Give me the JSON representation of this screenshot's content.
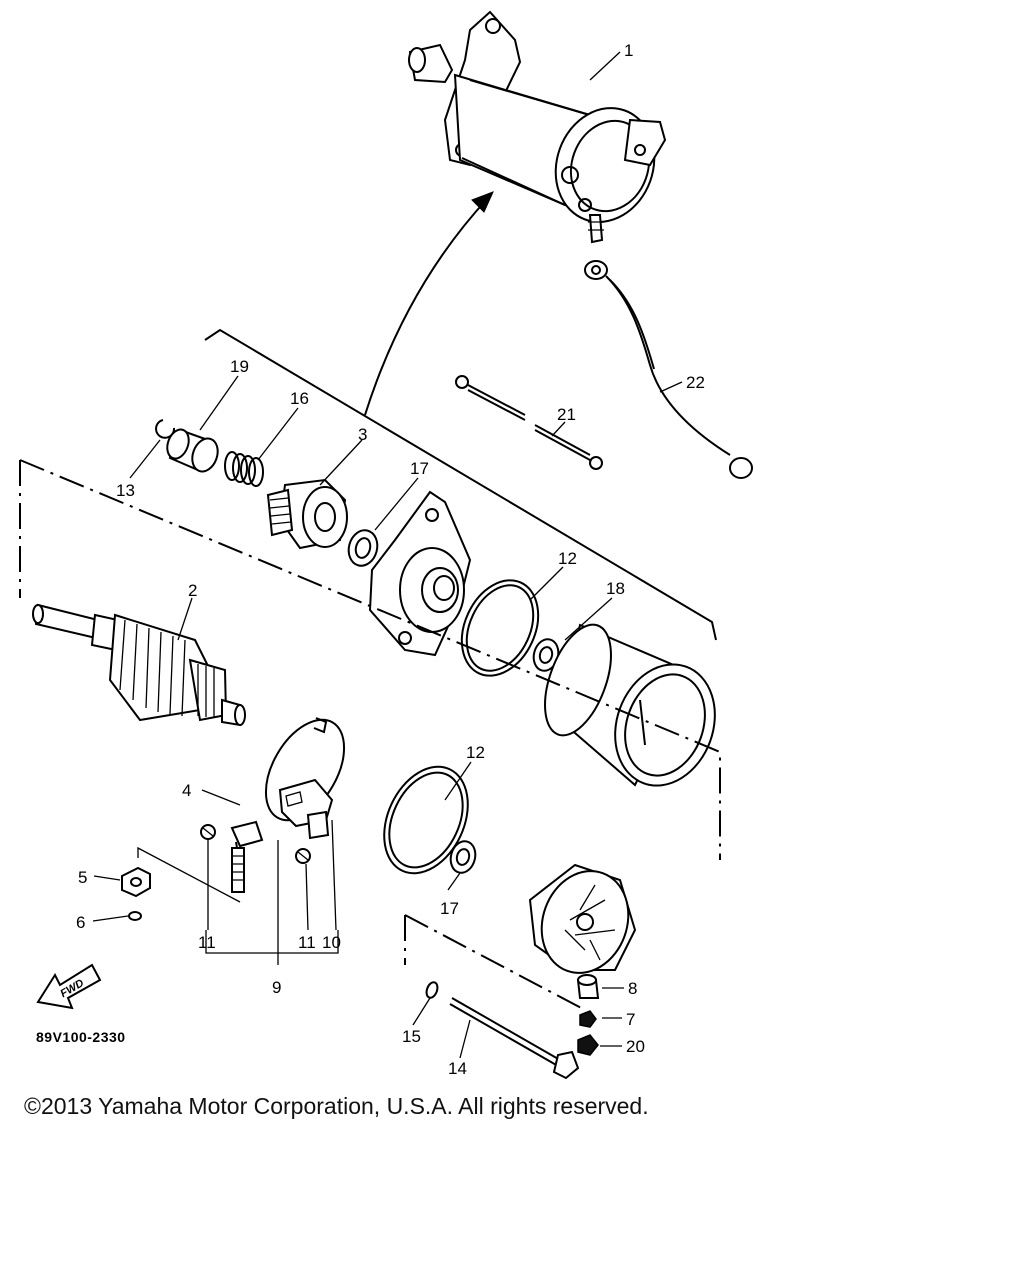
{
  "diagram": {
    "code": "89V100-2330",
    "fwd_symbol": "FWD",
    "callouts": {
      "c1": "1",
      "c2": "2",
      "c3": "3",
      "c4": "4",
      "c5": "5",
      "c6": "6",
      "c7": "7",
      "c8": "8",
      "c9": "9",
      "c10": "10",
      "c11a": "11",
      "c11b": "11",
      "c12a": "12",
      "c12b": "12",
      "c13": "13",
      "c14": "14",
      "c15": "15",
      "c16": "16",
      "c17a": "17",
      "c17b": "17",
      "c18": "18",
      "c19": "19",
      "c20": "20",
      "c21": "21",
      "c22": "22"
    }
  },
  "footer": {
    "copyright": "©2013 Yamaha Motor Corporation, U.S.A. All rights reserved."
  }
}
